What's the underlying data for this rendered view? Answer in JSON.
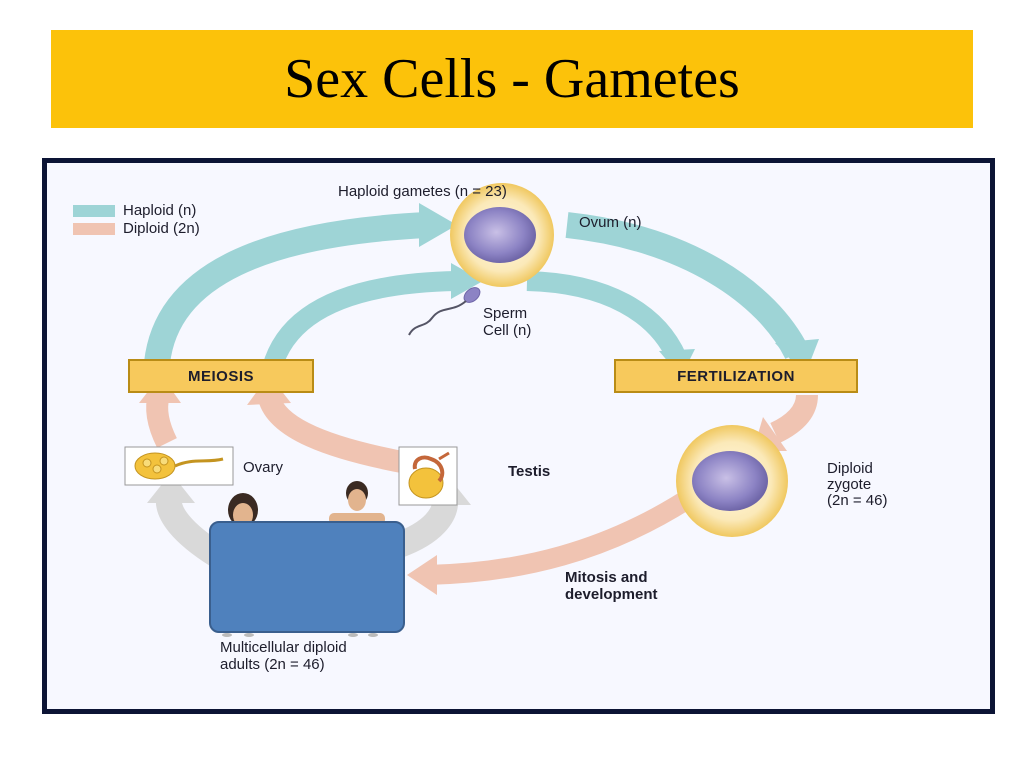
{
  "title": "Sex Cells - Gametes",
  "diagram": {
    "legend": [
      {
        "label": "Haploid (n)",
        "color": "#9ed4d6"
      },
      {
        "label": "Diploid (2n)",
        "color": "#f0c4b2"
      }
    ],
    "haploid_gametes": "Haploid gametes (n = 23)",
    "ovum": "Ovum (n)",
    "sperm_line1": "Sperm",
    "sperm_line2": "Cell (n)",
    "meiosis": "MEIOSIS",
    "fertilization": "FERTILIZATION",
    "ovary": "Ovary",
    "testis": "Testis",
    "zygote_line1": "Diploid",
    "zygote_line2": "zygote",
    "zygote_line3": "(2n = 46)",
    "mitosis_line1": "Mitosis and",
    "mitosis_line2": "development",
    "adults_line1": "Multicellular diploid",
    "adults_line2": "adults (2n = 46)",
    "colors": {
      "banner": "#fcc20a",
      "haploid_arrow": "#9ed4d6",
      "diploid_arrow": "#f0c4b2",
      "stage_box": "#f7c95c",
      "cover_rect": "#4f81bd"
    }
  }
}
